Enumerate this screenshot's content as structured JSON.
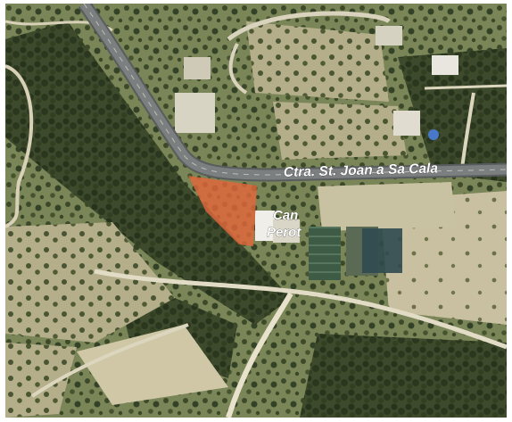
{
  "map": {
    "road_label": "Ctra. St. Joan a Sa Cala",
    "place_label_line1": "Can",
    "place_label_line2": "Perot",
    "highlight_color": "#e2673a"
  }
}
